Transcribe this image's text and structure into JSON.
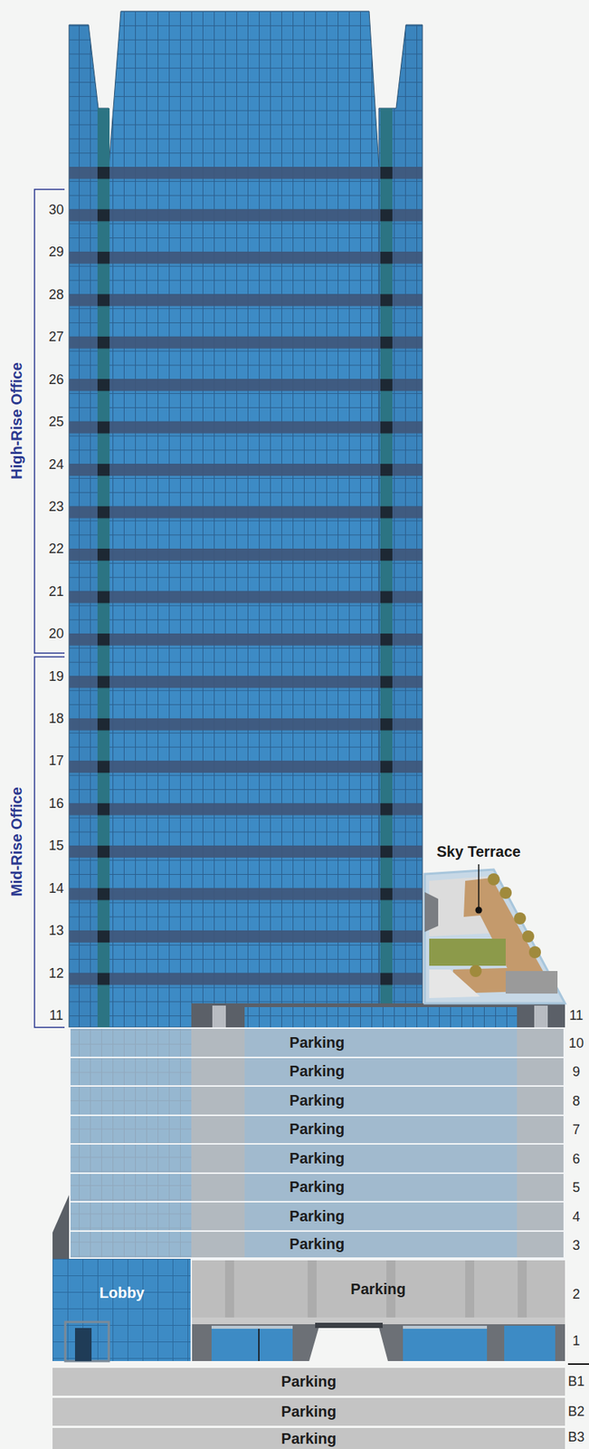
{
  "diagram": {
    "nodes": [
      {
        "text": [
          "Parking"
        ]
      },
      {
        "text": [
          "Parking"
        ]
      },
      {
        "text": [
          "Parking"
        ]
      },
      {
        "text": [
          "Parking"
        ]
      },
      {
        "text": [
          "Parking"
        ]
      },
      {
        "text": [
          "Parking"
        ]
      },
      {
        "text": [
          "Parking"
        ]
      },
      {
        "text": [
          "Parking"
        ]
      },
      {
        "text": [
          "Lobby"
        ]
      },
      {
        "text": [
          "Parking"
        ]
      },
      {
        "text": [
          "Parking"
        ]
      },
      {
        "text": [
          "Parking"
        ]
      },
      {
        "text": [
          "Parking"
        ]
      }
    ],
    "labels": [
      "30",
      "29",
      "28",
      "27",
      "26",
      "25",
      "24",
      "23",
      "22",
      "21",
      "20",
      "19",
      "18",
      "17",
      "16",
      "15",
      "14",
      "13",
      "12",
      "11",
      "High-Rise Office",
      "Mid-Rise Office",
      "Sky Terrace",
      "11",
      "10",
      "9",
      "8",
      "7",
      "6",
      "5",
      "4",
      "3",
      "2",
      "1",
      "B1",
      "B2",
      "B3"
    ]
  }
}
